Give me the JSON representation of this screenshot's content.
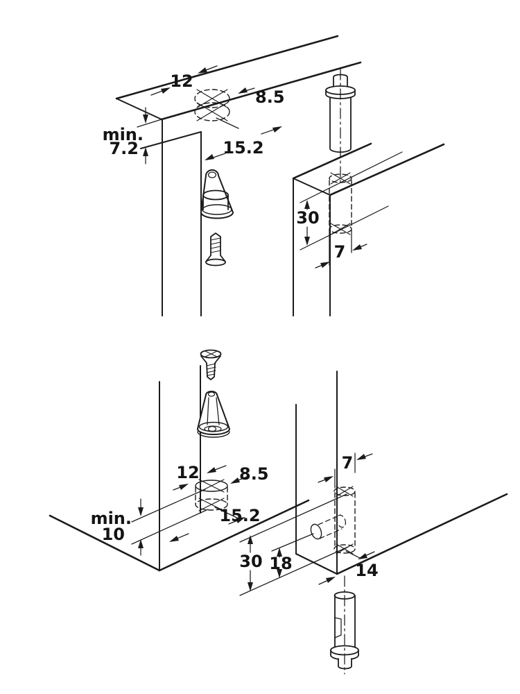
{
  "colors": {
    "ink": "#1b1b1b",
    "background": "#ffffff"
  },
  "top_view": {
    "dims": {
      "hole_offset": "12",
      "hole_diameter": "8.5",
      "min_label": "min.",
      "min_thickness": "7.2",
      "front_edge_distance": "15.2",
      "drill_depth": "30",
      "pin_hole_diameter": "7"
    }
  },
  "bottom_view": {
    "dims": {
      "hole_offset": "12",
      "hole_diameter": "8.5",
      "min_label": "min.",
      "min_thickness": "10",
      "front_edge_distance": "15.2",
      "drill_depth": "30",
      "side_hole_offset": "18",
      "edge_offset": "14",
      "pin_hole_diameter": "7"
    }
  }
}
